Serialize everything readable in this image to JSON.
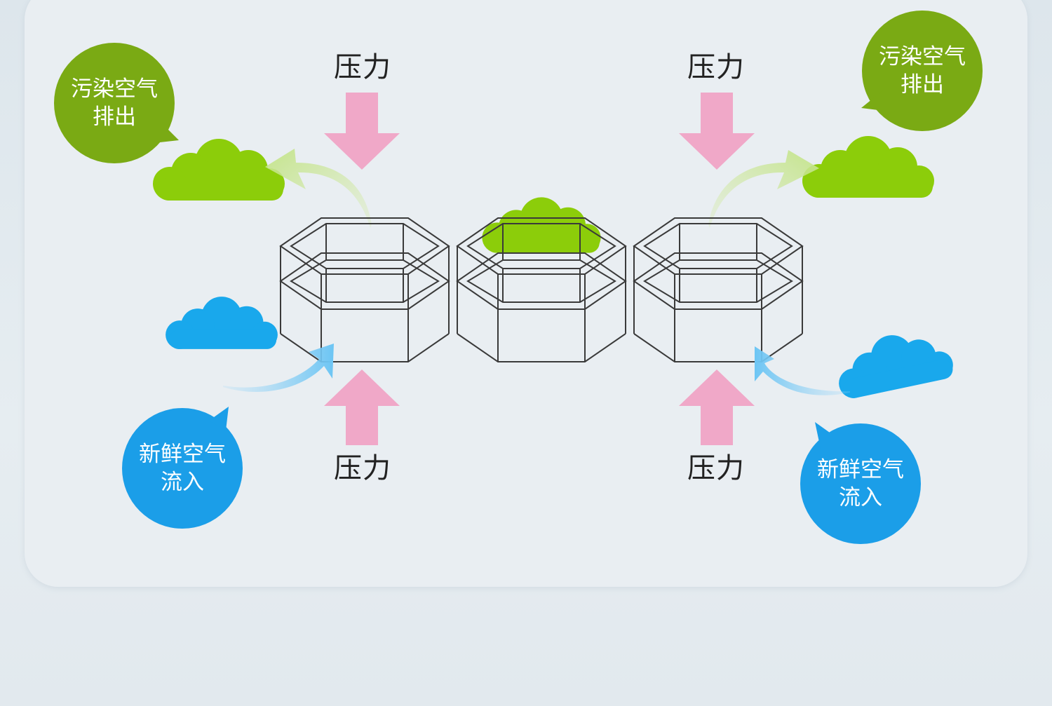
{
  "labels": {
    "pressure_top_left": "压力",
    "pressure_top_right": "压力",
    "pressure_bottom_left": "压力",
    "pressure_bottom_right": "压力"
  },
  "bubbles": {
    "polluted_left": {
      "line1": "污染空气",
      "line2": "排出"
    },
    "polluted_right": {
      "line1": "污染空气",
      "line2": "排出"
    },
    "fresh_left": {
      "line1": "新鲜空气",
      "line2": "流入"
    },
    "fresh_right": {
      "line1": "新鲜空气",
      "line2": "流入"
    }
  },
  "colors": {
    "polluted_green": "#7aaa14",
    "cloud_green": "#8ccd0a",
    "fresh_blue": "#1b9ee8",
    "cloud_blue": "#19a8ec",
    "pressure_pink": "#f0a8c8"
  }
}
